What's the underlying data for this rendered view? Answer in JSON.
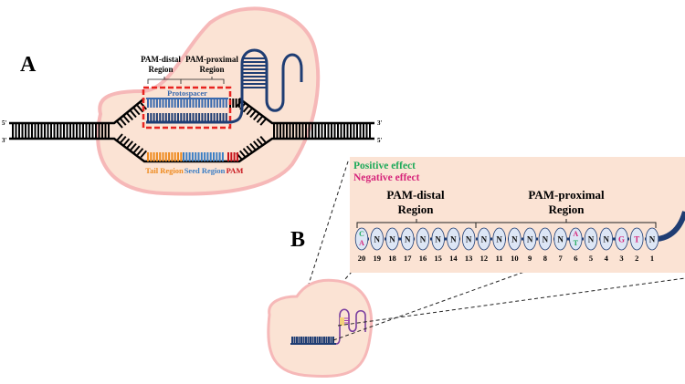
{
  "panel_a": {
    "label": "A",
    "distal_label": [
      "PAM-distal",
      "Region"
    ],
    "proximal_label": [
      "PAM-proximal",
      "Region"
    ],
    "protospacer": "Protospacer",
    "tail": "Tail Region",
    "seed": "Seed Region",
    "pam": "PAM",
    "end_left_top": "5′",
    "end_left_bottom": "3′",
    "end_right_top": "3′",
    "end_right_bottom": "5′"
  },
  "panel_b": {
    "label": "B",
    "legend_positive": "Positive effect",
    "legend_negative": "Negative effect",
    "distal_label": [
      "PAM-distal",
      "Region"
    ],
    "proximal_label": [
      "PAM-proximal",
      "Region"
    ],
    "nucleotides": [
      {
        "pos": "20",
        "letters": [
          {
            "t": "C",
            "e": "positive"
          },
          {
            "t": "A",
            "e": "negative"
          }
        ]
      },
      {
        "pos": "19",
        "letters": [
          {
            "t": "N",
            "e": "none"
          }
        ]
      },
      {
        "pos": "18",
        "letters": [
          {
            "t": "N",
            "e": "none"
          }
        ]
      },
      {
        "pos": "17",
        "letters": [
          {
            "t": "N",
            "e": "none"
          }
        ]
      },
      {
        "pos": "16",
        "letters": [
          {
            "t": "N",
            "e": "none"
          }
        ]
      },
      {
        "pos": "15",
        "letters": [
          {
            "t": "N",
            "e": "none"
          }
        ]
      },
      {
        "pos": "14",
        "letters": [
          {
            "t": "N",
            "e": "none"
          }
        ]
      },
      {
        "pos": "13",
        "letters": [
          {
            "t": "N",
            "e": "none"
          }
        ]
      },
      {
        "pos": "12",
        "letters": [
          {
            "t": "N",
            "e": "none"
          }
        ]
      },
      {
        "pos": "11",
        "letters": [
          {
            "t": "N",
            "e": "none"
          }
        ]
      },
      {
        "pos": "10",
        "letters": [
          {
            "t": "N",
            "e": "none"
          }
        ]
      },
      {
        "pos": "9",
        "letters": [
          {
            "t": "N",
            "e": "none"
          }
        ]
      },
      {
        "pos": "8",
        "letters": [
          {
            "t": "N",
            "e": "none"
          }
        ]
      },
      {
        "pos": "7",
        "letters": [
          {
            "t": "N",
            "e": "none"
          }
        ]
      },
      {
        "pos": "6",
        "letters": [
          {
            "t": "A",
            "e": "negative"
          },
          {
            "t": "T",
            "e": "positive"
          }
        ]
      },
      {
        "pos": "5",
        "letters": [
          {
            "t": "N",
            "e": "none"
          }
        ]
      },
      {
        "pos": "4",
        "letters": [
          {
            "t": "N",
            "e": "none"
          }
        ]
      },
      {
        "pos": "3",
        "letters": [
          {
            "t": "G",
            "e": "negative"
          }
        ]
      },
      {
        "pos": "2",
        "letters": [
          {
            "t": "T",
            "e": "negative"
          }
        ]
      },
      {
        "pos": "1",
        "letters": [
          {
            "t": "N",
            "e": "none"
          }
        ]
      }
    ]
  },
  "colors": {
    "positive": "#1faa5a",
    "negative": "#d6247a",
    "neutral": "#111111",
    "cas_fill": "#fbe3d4",
    "cas_outline": "#f6b8b8",
    "rna": "#1f3d73",
    "protospacer": "#3a6aae",
    "tail": "#ee8a1e",
    "seed": "#3d7fc4",
    "pam": "#c8141c",
    "box_dash": "#e8231f",
    "nucleotide_fill": "#dde6f5"
  }
}
